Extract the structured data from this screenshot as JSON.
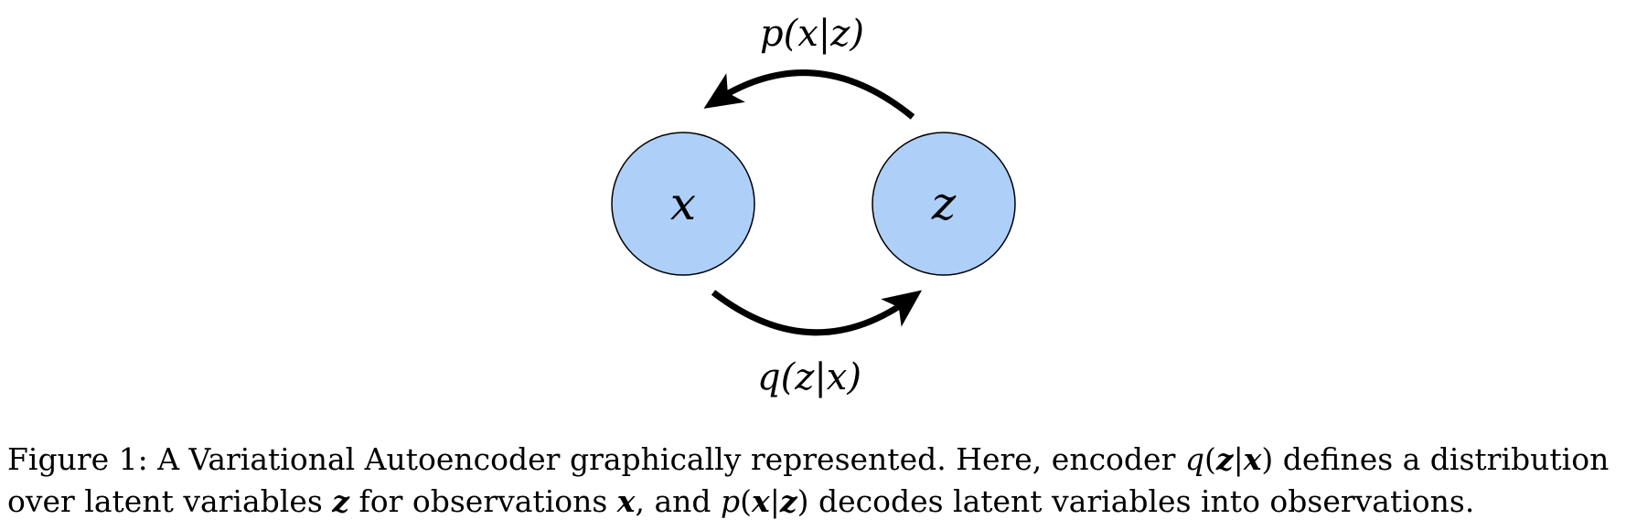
{
  "diagram": {
    "nodes": [
      {
        "id": "x",
        "label": "x",
        "fill": "#aecff8",
        "stroke": "#000000"
      },
      {
        "id": "z",
        "label": "z",
        "fill": "#aecff8",
        "stroke": "#000000"
      }
    ],
    "edges": [
      {
        "id": "decoder",
        "from": "z",
        "to": "x",
        "label": "p(x|z)"
      },
      {
        "id": "encoder",
        "from": "x",
        "to": "z",
        "label": "q(z|x)"
      }
    ]
  },
  "caption": {
    "line1": {
      "prefix": "Figure 1:  A Variational Autoencoder graphically represented.  Here, encoder ",
      "math_q": "q",
      "paren_open": "(",
      "math_z": "z",
      "bar": "|",
      "math_x": "x",
      "paren_close": ")",
      "suffix": " defines a distribution"
    },
    "line2": {
      "prefix": "over latent variables ",
      "math_z": "z",
      "mid1": " for observations ",
      "math_x": "x",
      "mid2": ", and ",
      "math_p": "p",
      "paren_open": "(",
      "math_x2": "x",
      "bar": "|",
      "math_z2": "z",
      "paren_close": ")",
      "suffix": " decodes latent variables into observations."
    }
  }
}
